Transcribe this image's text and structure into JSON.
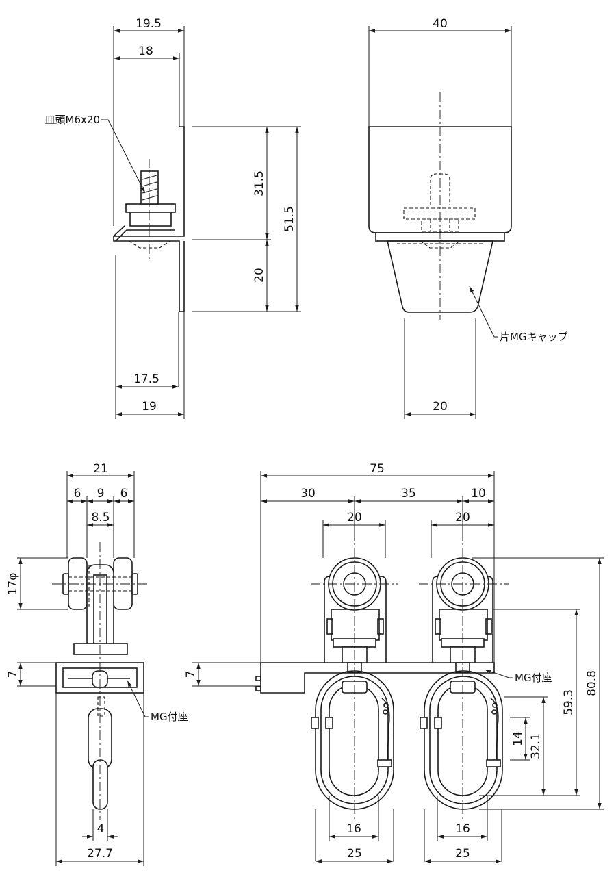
{
  "top_side": {
    "dims": {
      "w1": "19.5",
      "w2": "18",
      "w3": "17.5",
      "w4": "19",
      "h1": "31.5",
      "h2": "51.5",
      "h3": "20"
    },
    "labels": {
      "screw": "皿頭M6x20"
    }
  },
  "top_front": {
    "dims": {
      "w1": "40",
      "w2": "20"
    },
    "labels": {
      "cap": "片MGキャップ"
    }
  },
  "bottom_side": {
    "dims": {
      "w1": "21",
      "s1": "6",
      "s2": "9",
      "s3": "6",
      "w2": "8.5",
      "d1": "17φ",
      "h1": "7",
      "w3": "4",
      "w4": "27.7"
    },
    "labels": {
      "mount": "MG付座"
    }
  },
  "bottom_front": {
    "dims": {
      "w1": "75",
      "s1": "30",
      "s2": "35",
      "s3": "10",
      "r1": "20",
      "r2": "20",
      "h1": "7",
      "v1": "14",
      "v2": "32.1",
      "v3": "59.3",
      "v4": "80.8",
      "l1": "16",
      "l2": "16",
      "l3": "25",
      "l4": "25"
    },
    "labels": {
      "mount": "MG付座"
    }
  }
}
